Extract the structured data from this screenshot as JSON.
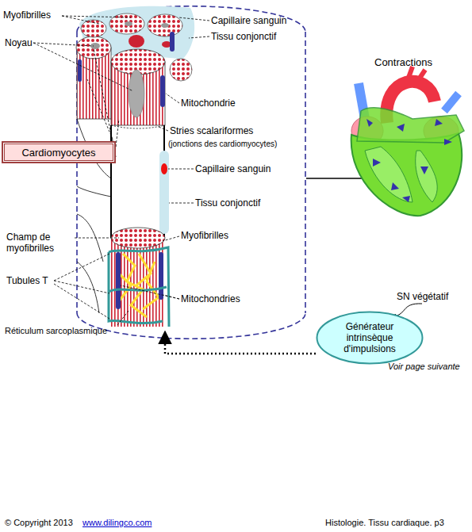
{
  "diagram": {
    "nodes": [
      {
        "text": [
          "Cardiomyocytes"
        ]
      },
      {
        "text": [
          "Générateur intrinsèque d'impulsions"
        ]
      }
    ],
    "labels": [
      "Myofibrilles",
      "Noyau",
      "Capillaire sanguin",
      "Tissu conjonctif",
      "Mitochondrie",
      "Stries scalariformes",
      "(jonctions des cardiomyocytes)",
      "Capillaire sanguin",
      "Tissu conjonctif",
      "Champ de myofibrilles",
      "Myofibrilles",
      "Tubules T",
      "Mitochondries",
      "Réticulum sarcoplasmique",
      "Contractions",
      "SN végétatif",
      "Voir page suivante",
      "© Copyright 2013",
      "www.dilingco.com",
      "Histologie. Tissu cardiaque. p3"
    ]
  }
}
